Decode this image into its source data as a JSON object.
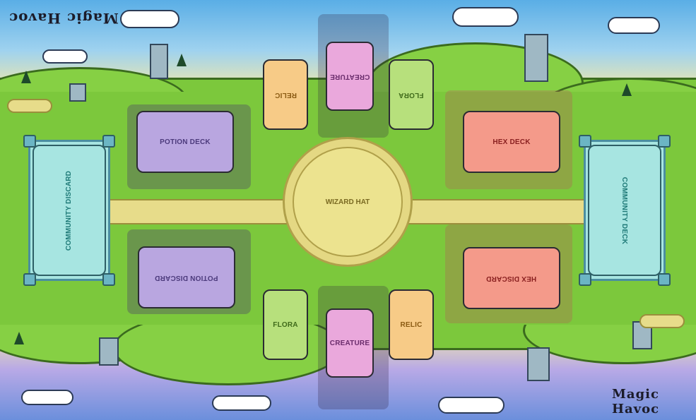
{
  "board": {
    "brand_top": "Magic Havoc",
    "brand_bottom": "Magic Havoc",
    "center": "WIZARD HAT",
    "left_castle": "COMMUNITY DISCARD",
    "right_castle": "COMMUNITY DECK",
    "top": {
      "potion": "POTION DECK",
      "relic": "RELIC",
      "creature": "CREATURE",
      "flora": "FLORA",
      "hex": "HEX DECK"
    },
    "bottom": {
      "potion": "POTION DISCARD",
      "flora": "FLORA",
      "creature": "CREATURE",
      "relic": "RELIC",
      "hex": "HEX DISCARD"
    }
  },
  "colors": {
    "potion": "#b9a6e0",
    "hex": "#f49a8a",
    "creature": "#eaa8dc",
    "relic": "#f7cb87",
    "flora": "#b7e07c",
    "community": "#a7e5e1",
    "wizard_hat": "#e8df85"
  }
}
